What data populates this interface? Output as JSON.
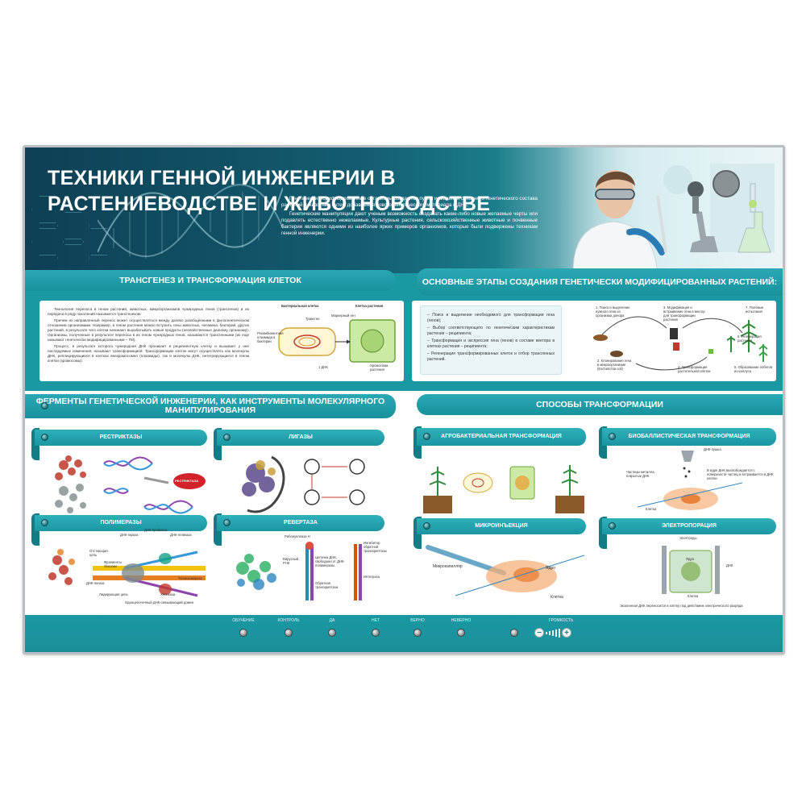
{
  "title": "ТЕХНИКИ ГЕННОЙ ИНЖЕНЕРИИ В РАСТЕНИЕВОДСТВЕ И ЖИВОТНОВОДСТВЕ",
  "intro": {
    "p1": "Генетически модифицированные организмы создаются путем изменения основного генетического состава растений и животных путем добавления нового генетического материала в ДНК.",
    "p2": "Генетические манипуляции дают ученым возможность создавать какие-либо новые желаемые черты или подавлять естественно нежелаемые. Культурные растения, сельскохозяйственные животные и почвенные бактерии являются одними из наиболее ярких примеров организмов, которые были подвержены техникам генной инженерии."
  },
  "sections": {
    "transgenesis": {
      "title": "ТРАНСГЕНЕЗ И ТРАНСФОРМАЦИЯ КЛЕТОК",
      "p1": "Технология переноса в геном растений, животных, микроорганизмов чужеродных генов (трансгенов) и их передача в ряду поколений называется трансгенезом.",
      "p2": "Причем их направленный перенос может осуществляться между далеко разобщенными в филогенетическом отношении организмами. Например, в геном растения можно встроить гены животных, человека, бактерий, других растений, в результате чего клетки начинают вырабатывать новые продукты (несвойственные данному организму). Организмы, полученные в результате переноса в их геном чужеродных генов, называются трансгенными (их еще называют генетически модифицированными – ГМ).",
      "p3": "Процесс, в результате которого чужеродная ДНК проникает в реципиентную клетку и вызывает у нее наследуемые изменения, называют трансформацией. Трансформацию клеток могут осуществлять как молекулы ДНК, реплицирующиеся в клетках внехромосомно (плазмиды), так и молекулы ДНК, интегрирующиеся в геном клетки (хромосомы).",
      "diagram": {
        "bacterial_cell": "Бактериальная клетка",
        "plant_cell": "Клетка растения",
        "transgene": "Трансген",
        "marker_gene": "Маркерный ген",
        "recombinant_plasmid": "Рекомбинантная плазмида в бактерии",
        "dna": "1 ДНК",
        "chromosome": "Хромосома растения"
      }
    },
    "stages": {
      "title": "ОСНОВНЫЕ ЭТАПЫ СОЗДАНИЯ ГЕНЕТИЧЕСКИ МОДИФИЦИРОВАННЫХ РАСТЕНИЙ:",
      "items": [
        "– Поиск и выделение необходимого для трансформации гена (генов);",
        "– Выбор соответствующего по генетическим характеристикам растения – реципиента;",
        "– Трансформация и экспрессия гена (генов) в составе вектора в клетках растения – реципиента;",
        "– Регенерация трансформированных клеток и отбор трансгенных растений."
      ],
      "diagram": {
        "s1": "1. Поиск и выделение нужного гена из организма донора",
        "s2": "2. Клонирование гена в микроорганизме (Escherichia coli)",
        "s3": "3. Модификация и встраивание гена в вектор для трансформации растения",
        "s4": "4. Трансформация растительной клетки",
        "s5": "5. Образование побегов из каллуса",
        "s6": "6. Регенерация растения",
        "s7": "7. Полевые испытания"
      }
    },
    "enzymes": {
      "title": "ФЕРМЕНТЫ ГЕНЕТИЧЕСКОЙ ИНЖЕНЕРИИ, КАК ИНСТРУМЕНТЫ МОЛЕКУЛЯРНОГО МАНИПУЛИРОВАНИЯ",
      "restrictases": "РЕСТРИКТАЗЫ",
      "restrictase_label": "РЕСТРИКТАЗА",
      "ligases": "ЛИГАЗЫ",
      "polymerases": "ПОЛИМЕРАЗЫ",
      "revertase": "РЕВЕРТАЗА",
      "pol_labels": {
        "a": "ДНК-гираза",
        "b": "ДНК-праймаза",
        "c": "ДНК-геликаза",
        "d": "Отстающая цепь",
        "e": "Фрагменты Оказаки",
        "f": "ДНК-лигаза",
        "g": "Лидирующая цепь",
        "h": "Топоизомераза",
        "i": "Хеликаза",
        "j": "Одноцепочечный ДНК-связывающий домен"
      },
      "rev_labels": {
        "a": "Рибонуклеаза H",
        "b": "Вирусный РНК",
        "c": "Цепочка ДНК, свободная от ДНК-полимеразы",
        "d": "Обратная транскриптаза",
        "e": "Ингибитор обратной транскриптазы",
        "f": "Интеграза"
      }
    },
    "methods": {
      "title": "СПОСОБЫ ТРАНСФОРМАЦИИ",
      "agro": "АГРОБАКТЕРИАЛЬНАЯ ТРАНСФОРМАЦИЯ",
      "bio": "БИОБАЛЛИСТИЧЕСКАЯ ТРАНСФОРМАЦИЯ",
      "micro": "МИКРОИНЪЕКЦИЯ",
      "electro": "ЭЛЕКТРОПОРАЦИЯ",
      "bio_labels": {
        "gun": "ДНК-пушка",
        "particles": "Частицы металла, покрытые ДНК",
        "entry": "В ядре ДНК высвобождается с поверхности частиц и встраивается в ДНК клетки",
        "cell": "Клетка"
      },
      "micro_labels": {
        "capillary": "Микрокапилляр",
        "nucleus": "Ядро",
        "cell": "Клетка"
      },
      "electro_labels": {
        "electrodes": "Электроды",
        "nucleus": "Ядро",
        "dna": "ДНК",
        "cell": "Клетка",
        "caption": "Экзогенная ДНК переносится в клетку под действием электрического разряда"
      }
    }
  },
  "controls": {
    "labels": [
      "ОБУЧЕНИЕ",
      "КОНТРОЛЬ",
      "ДА",
      "НЕТ",
      "ВЕРНО",
      "НЕВЕРНО"
    ],
    "volume": "ГРОМКОСТЬ",
    "minus": "−",
    "plus": "+"
  },
  "colors": {
    "teal": "#1a99a3",
    "dark_header": "#0e3f54",
    "accent_red": "#d2232a"
  }
}
